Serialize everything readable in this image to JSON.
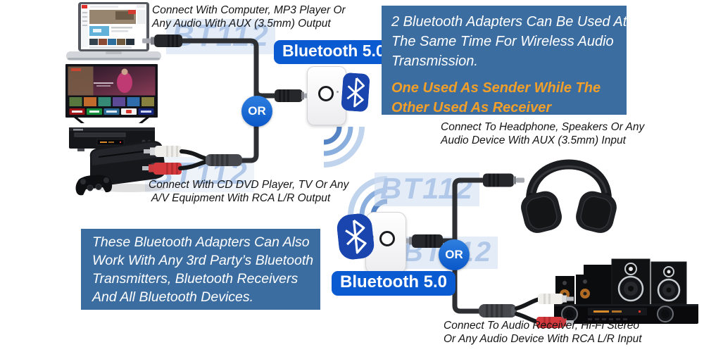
{
  "watermark": {
    "text": "BT112"
  },
  "badges": {
    "or1": "OR",
    "or2": "OR"
  },
  "bt_labels": {
    "label1": "Bluetooth 5.0",
    "label2": "Bluetooth 5.0"
  },
  "captions": {
    "computer": {
      "line1": "Connect With Computer, MP3 Player Or",
      "line2": "Any Audio With AUX (3.5mm) Output"
    },
    "cd_dvd": {
      "line1": "Connect With CD DVD Player, TV Or Any",
      "line2": "A/V Equipment With RCA L/R Output"
    },
    "headphone": {
      "line1": "Connect To Headphone, Speakers Or Any",
      "line2": "Audio Device With AUX (3.5mm) Input"
    },
    "receiver": {
      "line1": "Connect To Audio Receiver, Hi-Fi Stereo",
      "line2": "Or Any Audio Device With RCA L/R Input"
    }
  },
  "info_boxes": {
    "dual": {
      "line1": "2 Bluetooth Adapters Can Be Used At",
      "line2": "The Same Time For Wireless Audio",
      "line3": "Transmission.",
      "accent1": "One Used As Sender While The",
      "accent2": "Other Used As Receiver"
    },
    "compat": {
      "line1": "These Bluetooth Adapters Can Also",
      "line2": "Work With Any 3rd Party’s Bluetooth",
      "line3": "Transmitters, Bluetooth Receivers",
      "line4": "And All Bluetooth Devices."
    }
  },
  "colors": {
    "info_box_bg": "#3C6DA0",
    "accent_orange": "#F2A029",
    "bt_label_bg": "#0A5AD2",
    "or_badge_bg": "#0E65D4",
    "bluetooth_logo_bg": "#1A45AE",
    "watermark_blue": "#B1C8E8",
    "cable_dark": "#2E2F33"
  }
}
